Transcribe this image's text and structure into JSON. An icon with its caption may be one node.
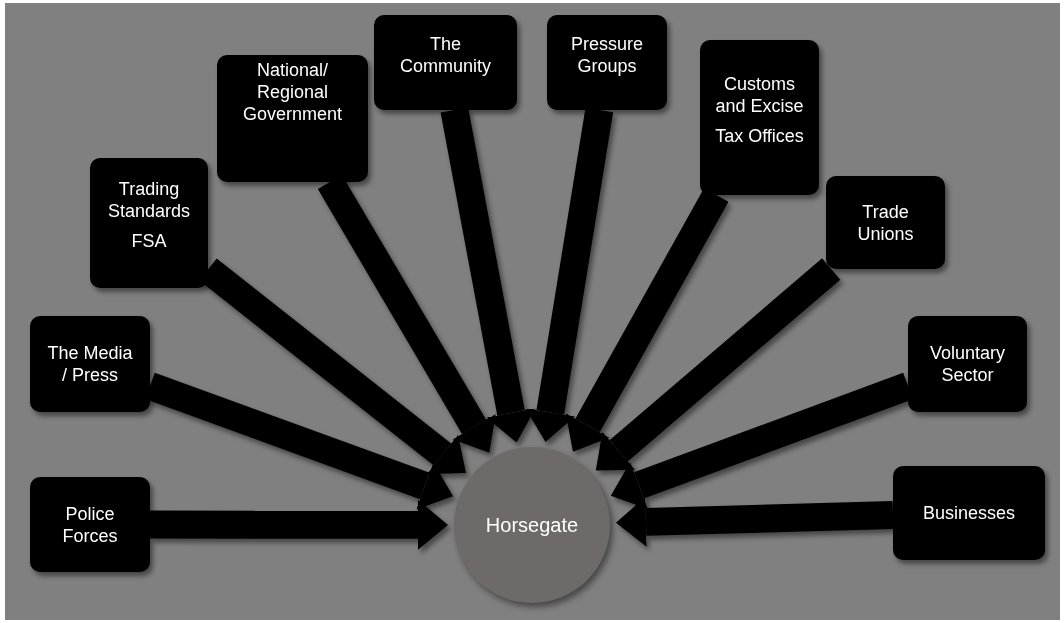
{
  "diagram": {
    "nodes": [
      {
        "text": [
          "Horsegate"
        ]
      },
      {
        "text": [
          "Police Forces"
        ]
      },
      {
        "text": [
          "The Media / Press"
        ]
      },
      {
        "text": [
          "Trading Standards",
          "FSA"
        ]
      },
      {
        "text": [
          "National/ Regional Government"
        ]
      },
      {
        "text": [
          "The Community"
        ]
      },
      {
        "text": [
          "Pressure Groups"
        ]
      },
      {
        "text": [
          "Customs and Excise",
          "Tax Offices"
        ]
      },
      {
        "text": [
          "Trade Unions"
        ]
      },
      {
        "text": [
          "Voluntary Sector"
        ]
      },
      {
        "text": [
          "Businesses"
        ]
      }
    ],
    "edges": [
      {
        "from": 1,
        "to": 0,
        "arrow": "to"
      },
      {
        "from": 2,
        "to": 0,
        "arrow": "to"
      },
      {
        "from": 3,
        "to": 0,
        "arrow": "to"
      },
      {
        "from": 4,
        "to": 0,
        "arrow": "to"
      },
      {
        "from": 5,
        "to": 0,
        "arrow": "to"
      },
      {
        "from": 6,
        "to": 0,
        "arrow": "to"
      },
      {
        "from": 7,
        "to": 0,
        "arrow": "to"
      },
      {
        "from": 8,
        "to": 0,
        "arrow": "to"
      },
      {
        "from": 9,
        "to": 0,
        "arrow": "to"
      },
      {
        "from": 10,
        "to": 0,
        "arrow": "to"
      }
    ]
  }
}
